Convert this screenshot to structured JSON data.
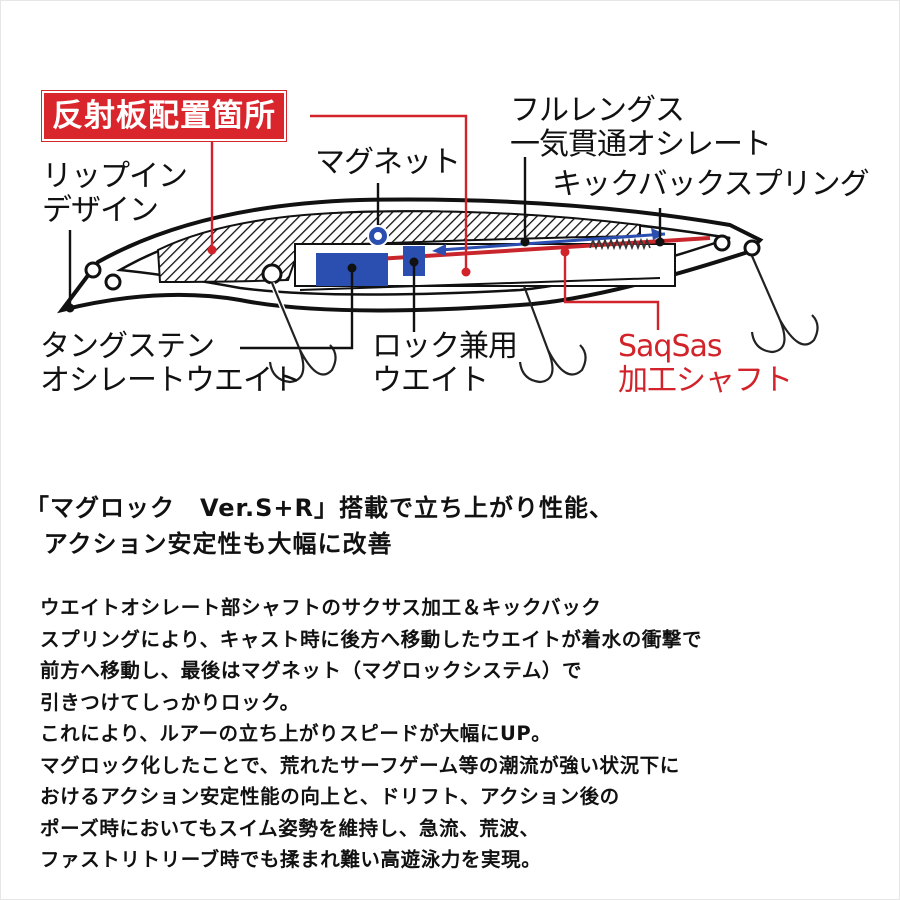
{
  "diagram": {
    "title_badge": "反射板配置箇所",
    "labels": {
      "lip_in_design": "リップイン\nデザイン",
      "magnet": "マグネット",
      "full_length_oscillator": "フルレングス\n一気貫通オシレート",
      "kickback_spring": "キックバックスプリング",
      "tungsten_weight": "タングステン\nオシレートウエイト",
      "lock_weight": "ロック兼用\nウエイト",
      "saqsas_shaft": "SaqSas\n加工シャフト"
    },
    "colors": {
      "accent_red": "#d9262c",
      "weight_blue": "#2a4fb0",
      "line_black": "#111111"
    }
  },
  "headline": {
    "line1": "「マグロック　Ver.S+R」搭載で立ち上がり性能、",
    "line2": "  アクション安定性も大幅に改善"
  },
  "description": {
    "lines": [
      "ウエイトオシレート部シャフトのサクサス加工＆キックバック",
      "スプリングにより、キャスト時に後方へ移動したウエイトが着水の衝撃で",
      "前方へ移動し、最後はマグネット（マグロックシステム）で",
      "引きつけてしっかりロック。",
      "これにより、ルアーの立ち上がりスピードが大幅にUP。",
      "マグロック化したことで、荒れたサーフゲーム等の潮流が強い状況下に",
      "おけるアクション安定性能の向上と、ドリフト、アクション後の",
      "ポーズ時においてもスイム姿勢を維持し、急流、荒波、",
      "ファストリトリーブ時でも揉まれ難い高遊泳力を実現。"
    ]
  }
}
